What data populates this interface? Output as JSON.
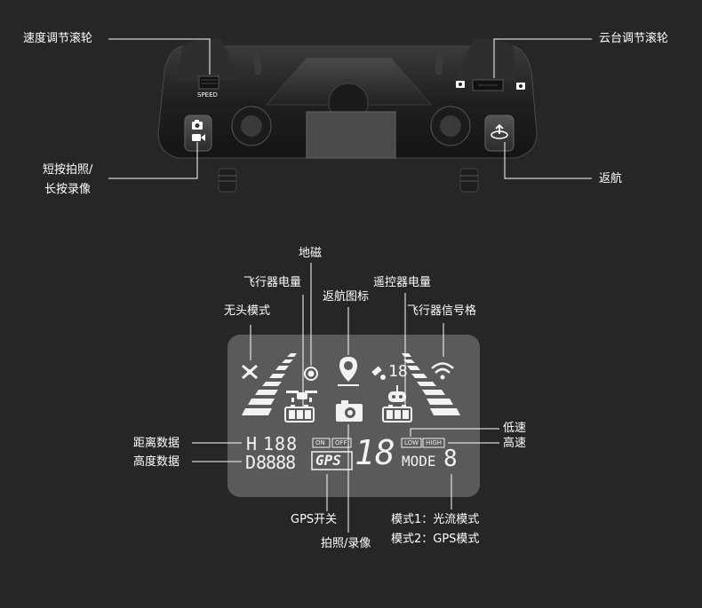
{
  "controller": {
    "speed_wheel_label": "速度调节滚轮",
    "gimbal_wheel_label": "云台调节滚轮",
    "photo_video_label_line1": "短按拍照/",
    "photo_video_label_line2": "长按录像",
    "return_label": "返航",
    "speed_marking": "SPEED",
    "icons": [
      "camera-icon",
      "video-icon",
      "return-home-icon",
      "gimbal-up-icon",
      "gimbal-down-icon"
    ]
  },
  "lcd": {
    "labels": {
      "compass": "地磁",
      "aircraft_battery": "飞行器电量",
      "headless_mode": "无头模式",
      "return_icon": "返航图标",
      "remote_battery": "遥控器电量",
      "aircraft_signal": "飞行器信号格",
      "low_speed": "低速",
      "high_speed": "高速",
      "distance_data": "距离数据",
      "altitude_data": "高度数据",
      "gps_switch": "GPS开关",
      "photo_video": "拍照/录像",
      "mode1": "模式1：光流模式",
      "mode2": "模式2：GPS模式"
    },
    "display": {
      "distance_prefix": "H",
      "distance_value": "188",
      "altitude_prefix": "D",
      "altitude_value": "8888",
      "gps_on": "ON",
      "gps_off": "OFF",
      "gps_text": "GPS",
      "satellite_count": "18",
      "remote_signal_digits": "18",
      "speed_low": "LOW",
      "speed_high": "HIGH",
      "mode_text": "MODE",
      "mode_digit": "8"
    }
  },
  "colors": {
    "background": "#262626",
    "lcd_panel": "#5a5a5a",
    "lcd_segment": "#f2f2f2",
    "leader_line": "#ffffff"
  }
}
